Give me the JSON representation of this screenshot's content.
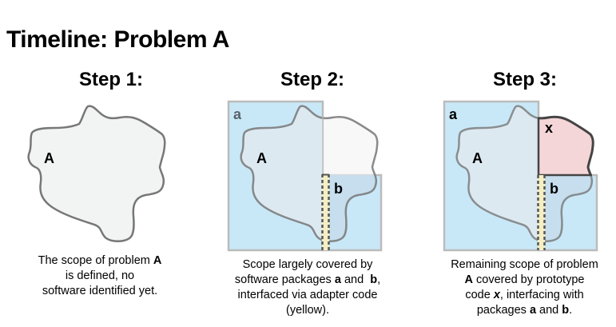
{
  "title": "Timeline: Problem A",
  "colors": {
    "problem_fill": "#f2f3f3",
    "outline": "#777777",
    "package_fill": "#c9e8f7",
    "package_border": "#bbbbbb",
    "adapter_fill": "#f5eec3",
    "prototype_fill": "#f5d6d8"
  },
  "steps": [
    {
      "heading": "Step 1:",
      "labels": {
        "problem": "A"
      },
      "caption": [
        [
          {
            "t": "The scope of problem "
          },
          {
            "t": "A",
            "b": true
          }
        ],
        [
          {
            "t": "is defined, no"
          }
        ],
        [
          {
            "t": "software identified yet."
          }
        ]
      ]
    },
    {
      "heading": "Step 2:",
      "labels": {
        "problem": "A",
        "package_a": "a",
        "package_b": "b"
      },
      "caption": [
        [
          {
            "t": "Scope largely covered by"
          }
        ],
        [
          {
            "t": "software packages "
          },
          {
            "t": "a",
            "b": true
          },
          {
            "t": " and  "
          },
          {
            "t": "b",
            "b": true
          },
          {
            "t": ","
          }
        ],
        [
          {
            "t": "interfaced via adapter code"
          }
        ],
        [
          {
            "t": "(yellow)."
          }
        ]
      ]
    },
    {
      "heading": "Step 3:",
      "labels": {
        "problem": "A",
        "package_a": "a",
        "package_b": "b",
        "prototype": "x"
      },
      "caption": [
        [
          {
            "t": "Remaining scope of problem"
          }
        ],
        [
          {
            "t": "A",
            "b": true
          },
          {
            "t": " covered by prototype"
          }
        ],
        [
          {
            "t": "code "
          },
          {
            "t": "x",
            "b": true,
            "i": true
          },
          {
            "t": ", interfacing with"
          }
        ],
        [
          {
            "t": "packages "
          },
          {
            "t": "a",
            "b": true
          },
          {
            "t": " and "
          },
          {
            "t": "b",
            "b": true
          },
          {
            "t": "."
          }
        ]
      ]
    }
  ]
}
